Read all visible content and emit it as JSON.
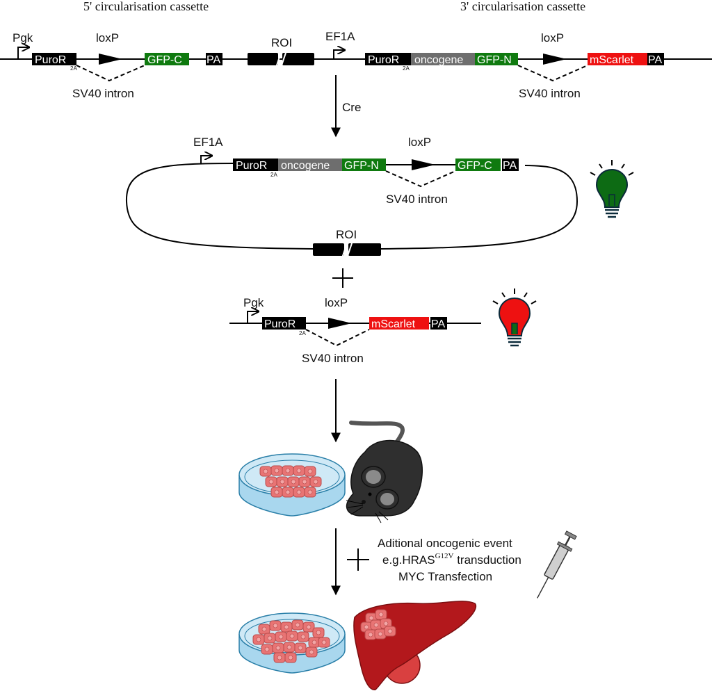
{
  "titles": {
    "five_prime_cassette": "5' circularisation cassette",
    "three_prime_cassette": "3' circularisation cassette"
  },
  "labels": {
    "pgk": "Pgk",
    "ef1a": "EF1A",
    "loxp": "loxP",
    "roi": "ROI",
    "sv40_intron": "SV40 intron",
    "cre": "Cre",
    "two_a": "2A"
  },
  "elements": {
    "puror": "PuroR",
    "gfp_c": "GFP-C",
    "gfp_n": "GFP-N",
    "pa": "PA",
    "oncogene": "oncogene",
    "mscarlet": "mScarlet"
  },
  "event_note": {
    "line1": "Aditional oncogenic event",
    "line2_prefix": "e.g.HRAS",
    "line2_sup": "G12V",
    "line2_suffix": " transduction",
    "line3": "MYC Transfection"
  },
  "colors": {
    "black_box": "#000000",
    "gfp_green": "#0f7a0f",
    "oncogene_grey": "#6e6e6e",
    "mscarlet_red": "#ee1111",
    "bulb_green": "#0d6b14",
    "bulb_red": "#ee1111",
    "cell_pink": "#e87474",
    "dish_blue": "#a9d7ee",
    "liver_red": "#b3181c",
    "mouse_grey": "#2f2f2f"
  },
  "icons": [
    "lightbulb-icon",
    "mouse-icon",
    "petri-dish-icon",
    "liver-icon",
    "syringe-icon"
  ]
}
